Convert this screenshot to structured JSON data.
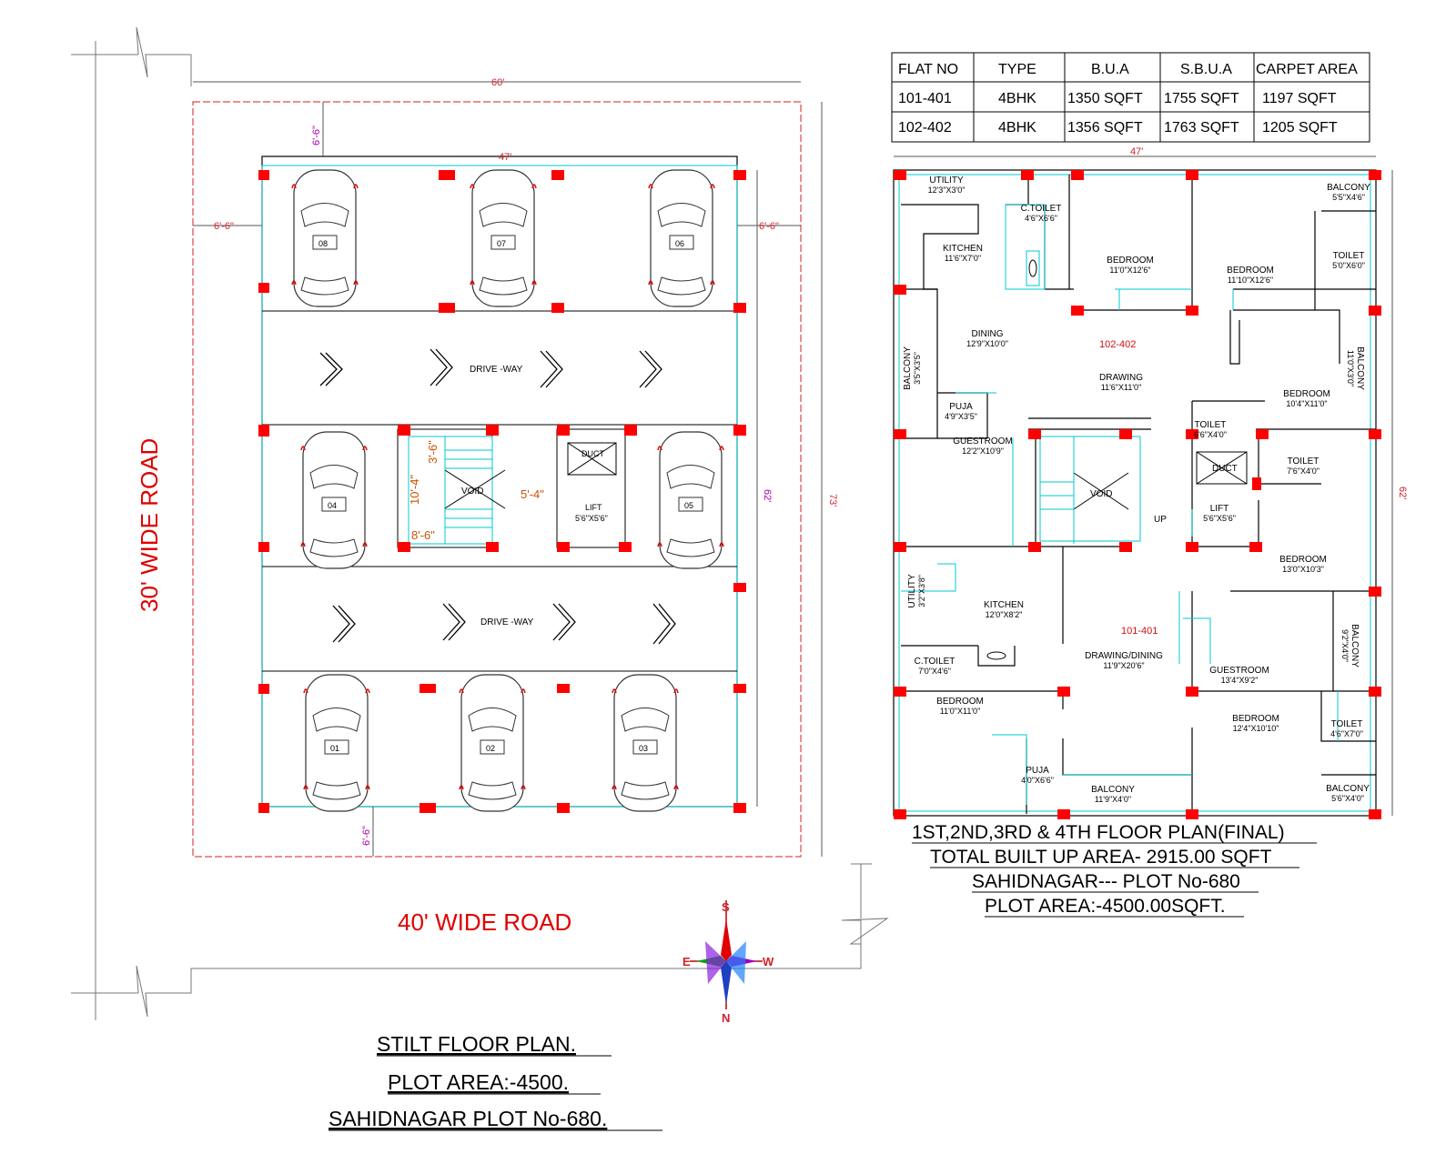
{
  "roads": {
    "left": "30' WIDE ROAD",
    "bottom": "40' WIDE ROAD"
  },
  "stilt": {
    "dims": {
      "top_width": "60'",
      "inner_width": "47'",
      "height_right": "73'",
      "height_inner": "62'",
      "side_left": "6'-6\"",
      "side_right": "6'-6\"",
      "top_offset": "6'-6\"",
      "bottom_offset": "6'-6\""
    },
    "driveway": "DRIVE -WAY",
    "cars": [
      "08",
      "07",
      "06",
      "04",
      "05",
      "01",
      "02",
      "03"
    ],
    "void": "VOID",
    "duct": "DUCT",
    "lift": "LIFT",
    "lift_size": "5'6\"X5'6\"",
    "stair_dims": {
      "top": "3'-6\"",
      "side": "10'-4\"",
      "bottom": "8'-6\"",
      "gap": "5'-4\""
    },
    "titles": [
      "STILT FLOOR PLAN.",
      "PLOT AREA:-4500.",
      "SAHIDNAGAR  PLOT No-680."
    ]
  },
  "area_table": {
    "headers": [
      "FLAT NO",
      "TYPE",
      "B.U.A",
      "S.B.U.A",
      "CARPET AREA"
    ],
    "rows": [
      [
        "101-401",
        "4BHK",
        "1350 SQFT",
        "1755 SQFT",
        "1197 SQFT"
      ],
      [
        "102-402",
        "4BHK",
        "1356 SQFT",
        "1763 SQFT",
        "1205 SQFT"
      ]
    ]
  },
  "floor": {
    "dims": {
      "width": "47'",
      "height": "62'"
    },
    "flat_102": "102-402",
    "flat_101": "101-401",
    "rooms": {
      "utility_top": [
        "UTILITY",
        "12'3\"X3'0\""
      ],
      "ctoilet_top": [
        "C.TOILET",
        "4'6\"X6'6\""
      ],
      "kitchen_top": [
        "KITCHEN",
        "11'6\"X7'0\""
      ],
      "bedroom_a": [
        "BEDROOM",
        "11'0\"X12'6\""
      ],
      "bedroom_b": [
        "BEDROOM",
        "11'10\"X12'6\""
      ],
      "balcony_tr": [
        "BALCONY",
        "5'5\"X4'6\""
      ],
      "toilet_tr": [
        "TOILET",
        "5'0\"X6'0\""
      ],
      "dining": [
        "DINING",
        "12'9\"X10'0\""
      ],
      "balcony_l": [
        "BALCONY",
        "3'5\"X3'5\""
      ],
      "drawing_top": [
        "DRAWING",
        "11'6\"X11'0\""
      ],
      "balcony_r": [
        "BALCONY",
        "11'0\"X3'0\""
      ],
      "bedroom_c": [
        "BEDROOM",
        "10'4\"X11'0\""
      ],
      "puja_top": [
        "PUJA",
        "4'9\"X3'5\""
      ],
      "guestroom_top": [
        "GUESTROOM",
        "12'2\"X10'9\""
      ],
      "toilet_mid": [
        "TOILET",
        "6'6\"X4'0\""
      ],
      "toilet_mid2": [
        "TOILET",
        "7'6\"X4'0\""
      ],
      "duct": "DUCT",
      "void": "VOID",
      "up": "UP",
      "lift": [
        "LIFT",
        "5'6\"X5'6\""
      ],
      "bedroom_d": [
        "BEDROOM",
        "13'0\"X10'3\""
      ],
      "utility_bot": [
        "UTILITY",
        "3'2\"X3'8\""
      ],
      "kitchen_bot": [
        "KITCHEN",
        "12'0\"X8'2\""
      ],
      "ctoilet_bot": [
        "C.TOILET",
        "7'0\"X4'6\""
      ],
      "drawing_dining": [
        "DRAWING/DINING",
        "11'9\"X20'6\""
      ],
      "balcony_r2": [
        "BALCONY",
        "9'2\"X4'0\""
      ],
      "guestroom_bot": [
        "GUESTROOM",
        "13'4\"X9'2\""
      ],
      "bedroom_e": [
        "BEDROOM",
        "11'0\"X11'0\""
      ],
      "bedroom_f": [
        "BEDROOM",
        "12'4\"X10'10\""
      ],
      "toilet_br": [
        "TOILET",
        "4'6\"X7'0\""
      ],
      "puja_bot": [
        "PUJA",
        "4'0\"X6'6\""
      ],
      "balcony_bot": [
        "BALCONY",
        "11'9\"X4'0\""
      ],
      "balcony_br": [
        "BALCONY",
        "5'6\"X4'0\""
      ]
    },
    "titles": [
      "1ST,2ND,3RD & 4TH FLOOR  PLAN(FINAL)",
      "TOTAL BUILT UP AREA- 2915.00 SQFT",
      "SAHIDNAGAR--- PLOT No-680",
      "PLOT AREA:-4500.00SQFT."
    ]
  },
  "compass": {
    "n": "N",
    "s": "S",
    "e": "E",
    "w": "W"
  }
}
